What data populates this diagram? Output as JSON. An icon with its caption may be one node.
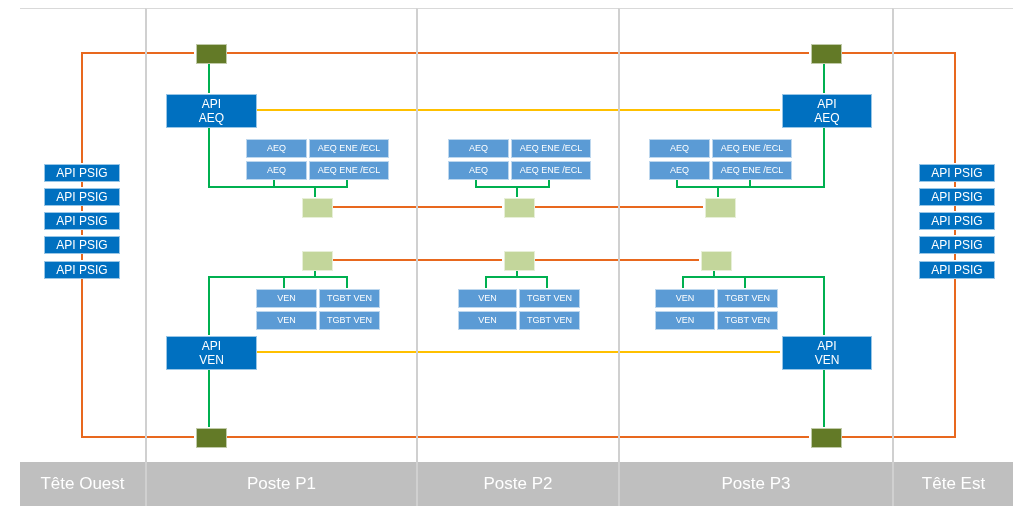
{
  "diagram": {
    "nodes": [
      {
        "text": [
          "Tête Ouest"
        ]
      },
      {
        "text": [
          "API PSIG"
        ],
        "in": 0
      },
      {
        "text": [
          "API PSIG"
        ],
        "in": 0
      },
      {
        "text": [
          "API PSIG"
        ],
        "in": 0
      },
      {
        "text": [
          "API PSIG"
        ],
        "in": 0
      },
      {
        "text": [
          "API PSIG"
        ],
        "in": 0
      },
      {
        "text": [
          "Poste P1"
        ]
      },
      {
        "text": [],
        "shape": "box",
        "in": 6
      },
      {
        "text": [
          "API AEQ"
        ],
        "in": 6
      },
      {
        "text": [
          "AEQ"
        ],
        "in": 6
      },
      {
        "text": [
          "AEQ ENE /ECL"
        ],
        "in": 6
      },
      {
        "text": [
          "AEQ"
        ],
        "in": 6
      },
      {
        "text": [
          "AEQ ENE /ECL"
        ],
        "in": 6
      },
      {
        "text": [],
        "shape": "box",
        "in": 6
      },
      {
        "text": [],
        "shape": "box",
        "in": 6
      },
      {
        "text": [
          "VEN"
        ],
        "in": 6
      },
      {
        "text": [
          "TGBT VEN"
        ],
        "in": 6
      },
      {
        "text": [
          "VEN"
        ],
        "in": 6
      },
      {
        "text": [
          "TGBT VEN"
        ],
        "in": 6
      },
      {
        "text": [
          "API VEN"
        ],
        "in": 6
      },
      {
        "text": [],
        "shape": "box",
        "in": 6
      },
      {
        "text": [
          "Poste P2"
        ]
      },
      {
        "text": [
          "AEQ"
        ],
        "in": 21
      },
      {
        "text": [
          "AEQ ENE /ECL"
        ],
        "in": 21
      },
      {
        "text": [
          "AEQ"
        ],
        "in": 21
      },
      {
        "text": [
          "AEQ ENE /ECL"
        ],
        "in": 21
      },
      {
        "text": [],
        "shape": "box",
        "in": 21
      },
      {
        "text": [],
        "shape": "box",
        "in": 21
      },
      {
        "text": [
          "VEN"
        ],
        "in": 21
      },
      {
        "text": [
          "TGBT VEN"
        ],
        "in": 21
      },
      {
        "text": [
          "VEN"
        ],
        "in": 21
      },
      {
        "text": [
          "TGBT VEN"
        ],
        "in": 21
      },
      {
        "text": [
          "Poste P3"
        ]
      },
      {
        "text": [],
        "shape": "box",
        "in": 32
      },
      {
        "text": [
          "API AEQ"
        ],
        "in": 32
      },
      {
        "text": [
          "AEQ"
        ],
        "in": 32
      },
      {
        "text": [
          "AEQ ENE /ECL"
        ],
        "in": 32
      },
      {
        "text": [
          "AEQ"
        ],
        "in": 32
      },
      {
        "text": [
          "AEQ ENE /ECL"
        ],
        "in": 32
      },
      {
        "text": [],
        "shape": "box",
        "in": 32
      },
      {
        "text": [],
        "shape": "box",
        "in": 32
      },
      {
        "text": [
          "VEN"
        ],
        "in": 32
      },
      {
        "text": [
          "TGBT VEN"
        ],
        "in": 32
      },
      {
        "text": [
          "VEN"
        ],
        "in": 32
      },
      {
        "text": [
          "TGBT VEN"
        ],
        "in": 32
      },
      {
        "text": [
          "API VEN"
        ],
        "in": 32
      },
      {
        "text": [],
        "shape": "box",
        "in": 32
      },
      {
        "text": [
          "Tête Est"
        ]
      },
      {
        "text": [
          "API PSIG"
        ],
        "in": 47
      },
      {
        "text": [
          "API PSIG"
        ],
        "in": 47
      },
      {
        "text": [
          "API PSIG"
        ],
        "in": 47
      },
      {
        "text": [
          "API PSIG"
        ],
        "in": 47
      },
      {
        "text": [
          "API PSIG"
        ],
        "in": 47
      }
    ],
    "edges": [
      {
        "from": 7,
        "to": 1,
        "arrow": "none",
        "color": "#e8681e"
      },
      {
        "from": 1,
        "to": 2,
        "arrow": "none",
        "color": "#e8681e"
      },
      {
        "from": 2,
        "to": 3,
        "arrow": "none",
        "color": "#e8681e"
      },
      {
        "from": 3,
        "to": 4,
        "arrow": "none",
        "color": "#e8681e"
      },
      {
        "from": 4,
        "to": 5,
        "arrow": "none",
        "color": "#e8681e"
      },
      {
        "from": 5,
        "to": 20,
        "arrow": "none",
        "color": "#e8681e"
      },
      {
        "from": 7,
        "to": 33,
        "arrow": "none",
        "color": "#e8681e"
      },
      {
        "from": 33,
        "to": 48,
        "arrow": "none",
        "color": "#e8681e"
      },
      {
        "from": 48,
        "to": 49,
        "arrow": "none",
        "color": "#e8681e"
      },
      {
        "from": 49,
        "to": 50,
        "arrow": "none",
        "color": "#e8681e"
      },
      {
        "from": 50,
        "to": 51,
        "arrow": "none",
        "color": "#e8681e"
      },
      {
        "from": 51,
        "to": 52,
        "arrow": "none",
        "color": "#e8681e"
      },
      {
        "from": 52,
        "to": 46,
        "arrow": "none",
        "color": "#e8681e"
      },
      {
        "from": 20,
        "to": 46,
        "arrow": "none",
        "color": "#e8681e"
      },
      {
        "from": 13,
        "to": 26,
        "arrow": "none",
        "color": "#e8681e"
      },
      {
        "from": 26,
        "to": 39,
        "arrow": "none",
        "color": "#e8681e"
      },
      {
        "from": 14,
        "to": 27,
        "arrow": "none",
        "color": "#e8681e"
      },
      {
        "from": 27,
        "to": 40,
        "arrow": "none",
        "color": "#e8681e"
      },
      {
        "from": 8,
        "to": 34,
        "arrow": "none",
        "color": "#ffc000"
      },
      {
        "from": 19,
        "to": 45,
        "arrow": "none",
        "color": "#ffc000"
      },
      {
        "from": 7,
        "to": 8,
        "arrow": "none"
      },
      {
        "from": 8,
        "to": 13,
        "arrow": "none"
      },
      {
        "from": 11,
        "to": 13,
        "arrow": "none"
      },
      {
        "from": 12,
        "to": 13,
        "arrow": "none"
      },
      {
        "from": 24,
        "to": 26,
        "arrow": "none"
      },
      {
        "from": 25,
        "to": 26,
        "arrow": "none"
      },
      {
        "from": 33,
        "to": 34,
        "arrow": "none"
      },
      {
        "from": 34,
        "to": 39,
        "arrow": "none"
      },
      {
        "from": 37,
        "to": 39,
        "arrow": "none"
      },
      {
        "from": 38,
        "to": 39,
        "arrow": "none"
      },
      {
        "from": 14,
        "to": 15,
        "arrow": "none"
      },
      {
        "from": 14,
        "to": 16,
        "arrow": "none"
      },
      {
        "from": 14,
        "to": 19,
        "arrow": "none"
      },
      {
        "from": 19,
        "to": 20,
        "arrow": "none"
      },
      {
        "from": 27,
        "to": 28,
        "arrow": "none"
      },
      {
        "from": 27,
        "to": 29,
        "arrow": "none"
      },
      {
        "from": 40,
        "to": 41,
        "arrow": "none"
      },
      {
        "from": 40,
        "to": 42,
        "arrow": "none"
      },
      {
        "from": 40,
        "to": 45,
        "arrow": "none"
      },
      {
        "from": 45,
        "to": 46,
        "arrow": "none"
      }
    ]
  }
}
